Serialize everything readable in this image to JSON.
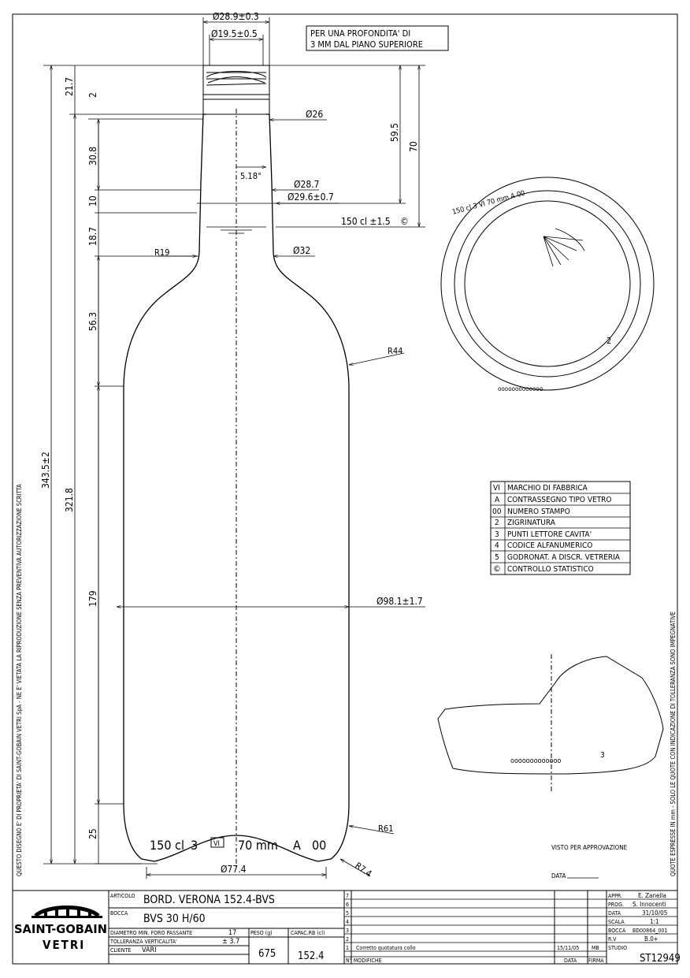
{
  "dimensions": {
    "top_outer_diameter": "Ø28.9±0.3",
    "top_inner_diameter": "Ø19.5±0.5",
    "depth_note_line1": "PER UNA PROFONDITA' DI",
    "depth_note_line2": "3 MM DAL PIANO SUPERIORE",
    "neck_diameter": "Ø26",
    "neck_angle": "5.18°",
    "ring_diameter": "Ø28.7",
    "ring_diameter_tol": "Ø29.6±0.7",
    "shoulder_diameter": "Ø32",
    "capacity_mark": "150 cl ±1.5",
    "radius_shoulder": "R19",
    "radius_body": "R44",
    "body_diameter": "Ø98.1±1.7",
    "radius_heel": "R61",
    "radius_bottom": "R7.4",
    "base_diameter": "Ø77.4",
    "h_21_7": "21.7",
    "h_2": "2",
    "h_30_8": "30.8",
    "h_10": "10",
    "h_18_7": "18.7",
    "h_56_3": "56.3",
    "h_179": "179",
    "h_25": "25",
    "h_total": "343.5±2",
    "h_body_total": "321.8",
    "h_59_5": "59.5",
    "h_70": "70"
  },
  "base_marking": {
    "capacity": "150 cl",
    "cavity": "3",
    "vetri": "VI",
    "mm": "70 mm",
    "a": "A",
    "oo": "00"
  },
  "bottom_view": {
    "ring_text": "150 cl 3 VI 70 mm A 00",
    "label_2": "2",
    "label_3": "3",
    "dots": "ooooooooooooo"
  },
  "legend": [
    {
      "key": "VI",
      "desc": "MARCHIO DI FABBRICA"
    },
    {
      "key": "A",
      "desc": "CONTRASSEGNO TIPO VETRO"
    },
    {
      "key": "00",
      "desc": "NUMERO STAMPO"
    },
    {
      "key": "2",
      "desc": "ZIGRINATURA"
    },
    {
      "key": "3",
      "desc": "PUNTI LETTORE CAVITA'"
    },
    {
      "key": "4",
      "desc": "CODICE ALFANUMERICO"
    },
    {
      "key": "5",
      "desc": "GODRONAT. A DISCR. VETRERIA"
    },
    {
      "key": "©",
      "desc": "CONTROLLO STATISTICO"
    }
  ],
  "side_notes": {
    "left": "QUESTO DISEGNO E' DI PROPRIETA' DI SAINT-GOBAIN VETRI SpA - NE E' VIETATA LA RIPRODUZIONE SENZA PREVENTIVA AUTORIZZAZIONE SCRITTA",
    "right": "QUOTE ESPRESSE IN mm - SOLO LE QUOTE CON INDICAZIONE DI TOLLERANZA SONO IMPEGNATIVE"
  },
  "approval": {
    "visto": "VISTO PER APPROVAZIONE",
    "data": "DATA"
  },
  "title_block": {
    "brand_top": "SAINT-GOBAIN",
    "brand_bottom": "VETRI",
    "articolo_label": "ARTICOLO",
    "articolo": "BORD. VERONA 152.4-BVS",
    "bocca_label": "BOCCA",
    "bocca": "BVS 30 H/60",
    "foro_label": "DIAMETRO MIN. FORO PASSANTE",
    "foro": "17",
    "tolleranza_label": "TOLLERANZA VERTICALITA'",
    "tolleranza": "± 3.7",
    "cliente_label": "CLIENTE",
    "cliente": "VARI",
    "peso_label": "PESO (g)",
    "peso": "675",
    "capac_label": "CAPAC.RB (cl)",
    "capac": "152.4",
    "mod_numbers": [
      "7",
      "6",
      "5",
      "4",
      "3",
      "2",
      "1"
    ],
    "mod_1_text": "Corretto quotatura collo",
    "mod_1_date": "15/11/05",
    "mod_1_sign": "MB",
    "nmod_label": "N° MODIFICHE",
    "data_label": "DATA",
    "firma_label": "FIRMA",
    "appr_label": "APPR.",
    "appr": "E. Zanella",
    "prog_label": "PROG.",
    "prog": "S. Innocenti",
    "data_row_label": "DATA",
    "data_row": "31/10/05",
    "scala_label": "SCALA",
    "scala": "1:1",
    "bocca_code_label": "BOCCA",
    "bocca_code": "BD00864_001",
    "rv_label": "R.V",
    "rv": "B.0+",
    "studio_label": "STUDIO",
    "studio": "ST12949"
  }
}
